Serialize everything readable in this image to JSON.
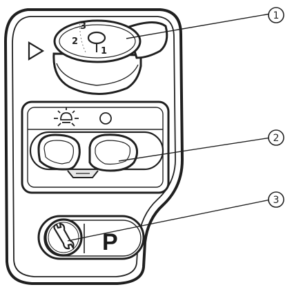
{
  "dial": {
    "positions": [
      "1",
      "2",
      "3"
    ]
  },
  "callouts": [
    {
      "number": "①"
    },
    {
      "number": "②"
    },
    {
      "number": "③"
    }
  ],
  "parking_button": {
    "label": "P"
  },
  "icons": {
    "mode_indicator": "play-triangle-icon",
    "light_on": "sun-light-icon",
    "light_off": "circle-off-icon",
    "wrench": "wrench-icon"
  },
  "colors": {
    "stroke": "#1f1f1f",
    "fill": "#ffffff",
    "shade": "#8a8a8a"
  }
}
